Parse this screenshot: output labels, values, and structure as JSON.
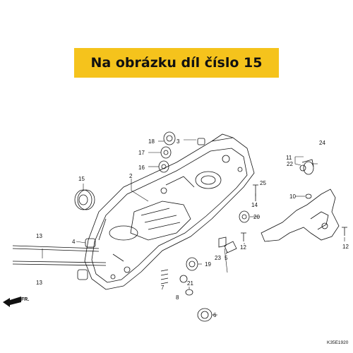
{
  "banner": {
    "text": "Na obrázku díl číslo 15"
  },
  "diagram": {
    "direction_label": "FR.",
    "drawing_code": "K35E1920",
    "part_labels": {
      "p2": "2",
      "p3": "3",
      "p4": "4",
      "p5": "5",
      "p6": "6",
      "p7": "7",
      "p8": "8",
      "p10": "10",
      "p11": "11",
      "p12a": "12",
      "p12b": "12",
      "p13a": "13",
      "p13b": "13",
      "p14": "14",
      "p15": "15",
      "p16": "16",
      "p17": "17",
      "p18": "18",
      "p19": "19",
      "p20": "20",
      "p21": "21",
      "p22": "22",
      "p23": "23",
      "p24": "24",
      "p25": "25"
    }
  }
}
